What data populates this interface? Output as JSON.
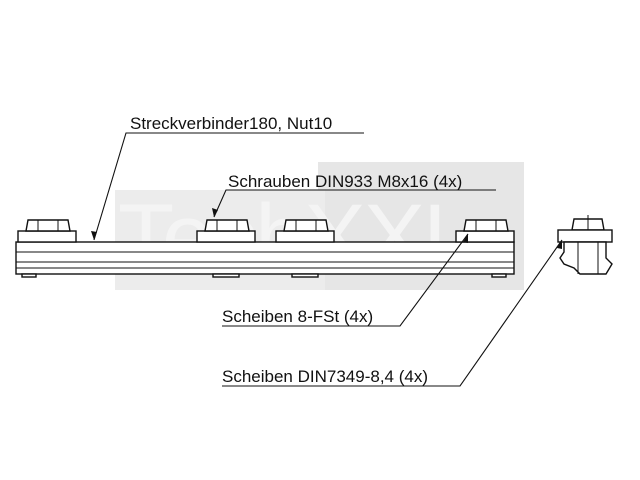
{
  "watermark": {
    "text": "TechXXL",
    "color": "#e6e6e6"
  },
  "labels": {
    "connector": "Streckverbinder180, Nut10",
    "screws": "Schrauben DIN933 M8x16 (4x)",
    "washers_fst": "Scheiben 8-FSt (4x)",
    "washers_din": "Scheiben DIN7349-8,4 (4x)"
  },
  "colors": {
    "line": "#111111",
    "background": "#ffffff"
  }
}
